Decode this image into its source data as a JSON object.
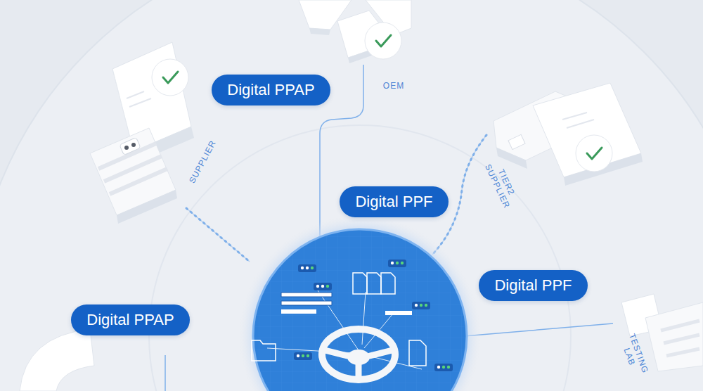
{
  "diagram": {
    "nodes": [
      {
        "text": [
          "Digital PPAP"
        ]
      },
      {
        "text": [
          "Digital PPF"
        ]
      },
      {
        "text": [
          "Digital PPF"
        ]
      },
      {
        "text": [
          "Digital PPAP"
        ]
      }
    ],
    "labels": [
      "OEM",
      "SUPPLIER",
      "TIER2 SUPPLIER",
      "TESTING LAB"
    ]
  }
}
